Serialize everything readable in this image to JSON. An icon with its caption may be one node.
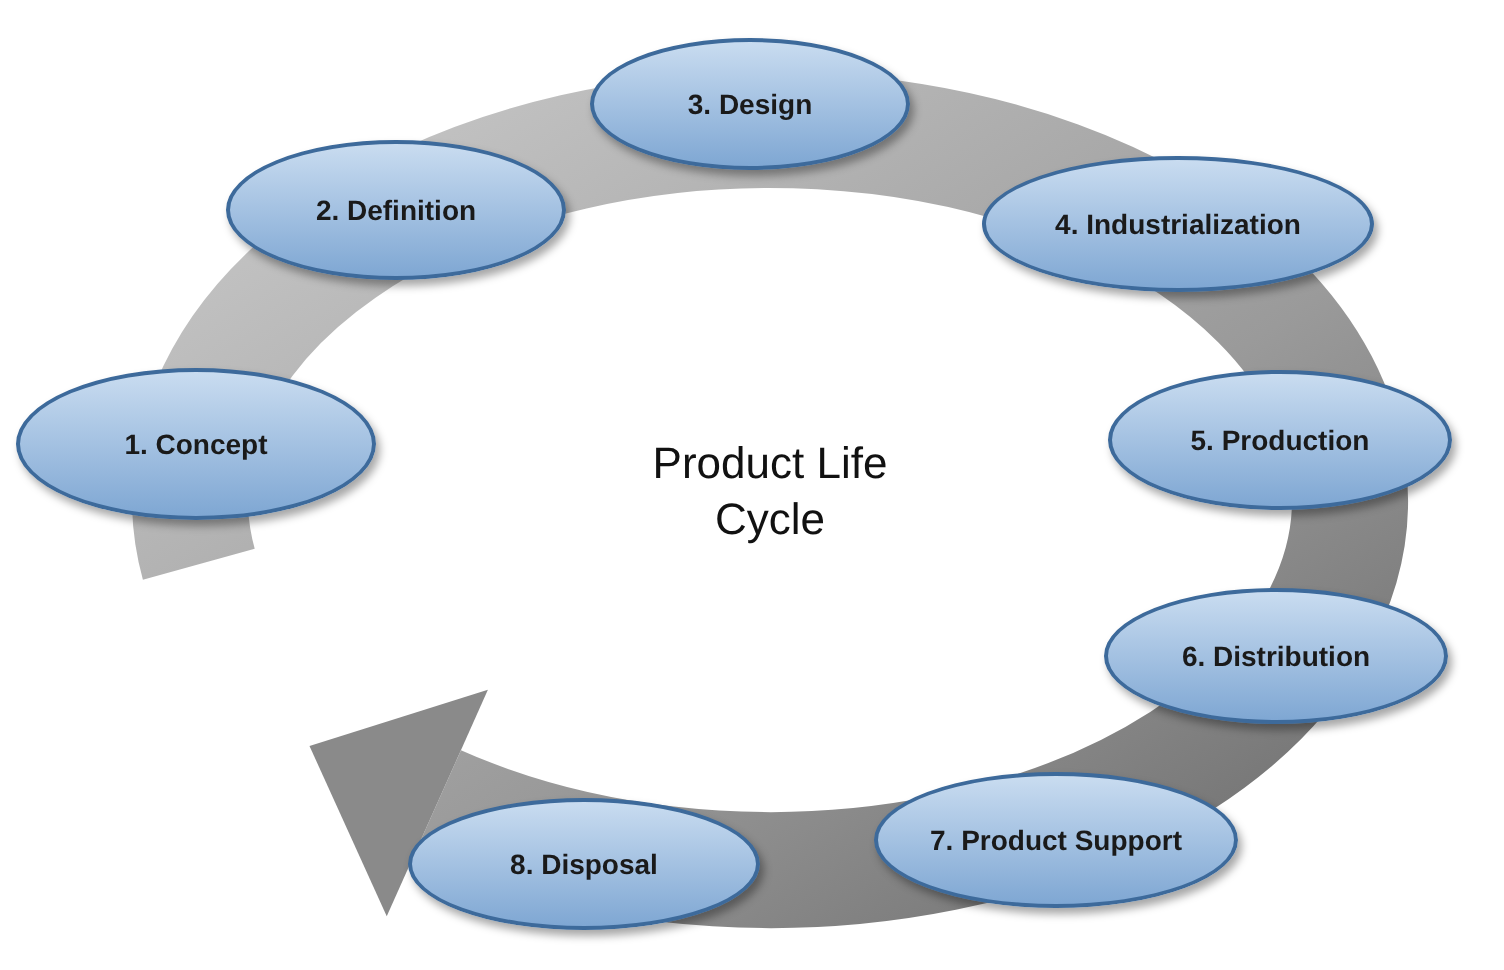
{
  "diagram": {
    "title": "Product Life Cycle",
    "nodes": [
      {
        "text": [
          "1. Concept"
        ]
      },
      {
        "text": [
          "2. Definition"
        ]
      },
      {
        "text": [
          "3. Design"
        ]
      },
      {
        "text": [
          "4. Industrialization"
        ]
      },
      {
        "text": [
          "5. Production"
        ]
      },
      {
        "text": [
          "6. Distribution"
        ]
      },
      {
        "text": [
          "7. Product Support"
        ]
      },
      {
        "text": [
          "8. Disposal"
        ]
      }
    ]
  }
}
